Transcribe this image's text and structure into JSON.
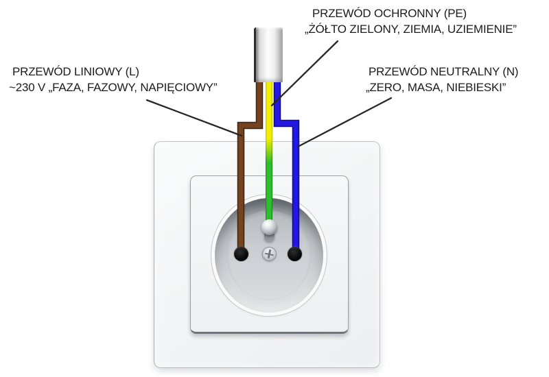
{
  "labels": {
    "pe": {
      "line1": "PRZEWÓD OCHRONNY (PE)",
      "line2": "„ŻÓŁTO ZIELONY, ZIEMIA, UZIEMIENIE”"
    },
    "l": {
      "line1": "PRZEWÓD LINIOWY (L)",
      "line2": "~230 V „FAZA, FAZOWY, NAPIĘCIOWY”"
    },
    "n": {
      "line1": "PRZEWÓD NEUTRALNY (N)",
      "line2": "„ZERO, MASA, NIEBIESKI”"
    }
  },
  "colors": {
    "wire_line_brown": "#74431f",
    "wire_line_brown_edge": "#3a2410",
    "wire_neutral_blue": "#2418e0",
    "wire_neutral_blue_edge": "#0d0a8f",
    "wire_pe_yellow": "#f2ee00",
    "wire_pe_yellow_edge": "#c9c300",
    "wire_pe_green": "#2fbe2d",
    "wire_pe_green_edge": "#1f8c1f",
    "leader_line": "#262626"
  }
}
